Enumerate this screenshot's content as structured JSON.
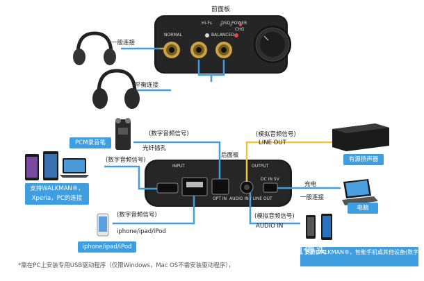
{
  "diagram": {
    "front_panel_title": "前面板",
    "rear_panel_title": "后面板",
    "front": {
      "hifs": "Hi-Fs",
      "dsd": "DSD",
      "power": "POWER",
      "chg": "CHG",
      "normal": "NORMAL",
      "balanced": "BALANCED"
    },
    "rear": {
      "input": "INPUT",
      "output": "OUTPUT",
      "opt_in": "OPT IN",
      "audio_in_line_out": "AUDIO IN / LINE OUT",
      "dc_in": "DC IN 5V"
    },
    "labels": {
      "general_connect_1": "一般连接",
      "balanced_connect": "平衡连接",
      "digital_signal_1": "(数字音频信号)",
      "fiber_jack": "光纤插孔",
      "digital_signal_2": "(数字音频信号)",
      "digital_signal_3": "(数字音频信号)",
      "iphone_text": "iphone/ipad/iPod",
      "analog_signal_1": "(模拟音频信号)",
      "line_out": "LINE OUT",
      "analog_signal_2": "(模拟音频信号)",
      "audio_in": "AUDIO IN",
      "charge": "充电",
      "general_connect_2": "一般连接"
    },
    "boxes": {
      "pcm": "PCM录音笔",
      "walkman": "支持WALKMAN®，Xperia，PC的连接",
      "iphone": "iphone/ipad/iPod",
      "speaker": "有源扬声器",
      "computer": "电脑",
      "bottom": "支持WALKMAN®，智能手机或其他设备(数字媒体播放器或智能手机)"
    },
    "footnote": "*需在PC上安装专用USB驱动程序（仅限Windows，Mac OS不需安装驱动程序），",
    "watermark": "值得买",
    "colors": {
      "blue": "#3f9ee0",
      "gold": "#c9a24a",
      "yellow": "#f5c23b",
      "panel": "#1e1e1e"
    }
  }
}
